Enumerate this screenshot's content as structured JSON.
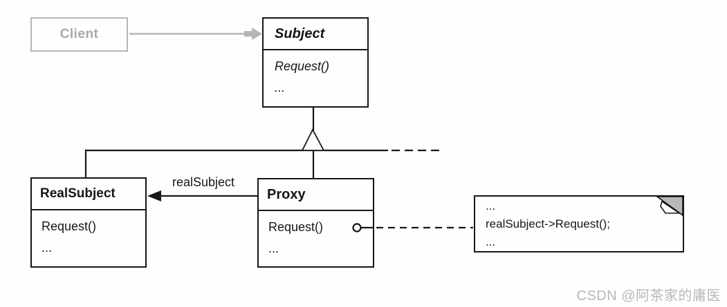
{
  "diagram": {
    "client_class": {
      "name": "Client"
    },
    "subject_class": {
      "name": "Subject",
      "methods": [
        "Request()",
        "..."
      ]
    },
    "realsubject_class": {
      "name": "RealSubject",
      "methods": [
        "Request()",
        "..."
      ]
    },
    "proxy_class": {
      "name": "Proxy",
      "methods": [
        "Request()",
        "..."
      ]
    },
    "association_label": "realSubject",
    "note": {
      "lines": [
        "...",
        "realSubject->Request();",
        "..."
      ]
    },
    "watermark": "CSDN @阿茶家的庸医"
  },
  "colors": {
    "line": "#161616",
    "muted_gray": "#b5b5b5",
    "client_text": "#a8a8a8",
    "note_fold_gray": "#b9b9b9",
    "background": "#fdfefd",
    "watermark": "#b6b9b6"
  }
}
